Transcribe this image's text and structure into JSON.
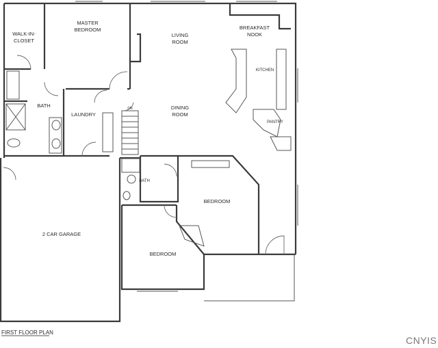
{
  "rooms": {
    "walk_in_closet": [
      "WALK-IN-",
      "CLOSET"
    ],
    "master_bedroom": [
      "MASTER",
      "BEDROOM"
    ],
    "living_room": [
      "LIVING",
      "ROOM"
    ],
    "breakfast_nook": [
      "BREAKFAST",
      "NOOK"
    ],
    "kitchen": "KITCHEN",
    "bath_master": "BATH",
    "laundry": "LAUNDRY",
    "dining_room": [
      "DINING",
      "ROOM"
    ],
    "pantry": "PANTRY",
    "bath_hall": "BATH",
    "bedroom_right": "BEDROOM",
    "garage": "2 CAR GARAGE",
    "bedroom_bottom": "BEDROOM",
    "stair_mark": "DN"
  },
  "plan_title": "FIRST FLOOR PLAN",
  "watermark": "CNYIS"
}
